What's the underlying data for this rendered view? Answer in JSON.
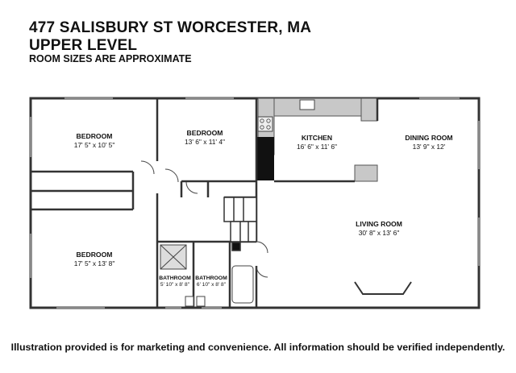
{
  "header": {
    "address": "477 SALISBURY ST WORCESTER, MA",
    "level": "UPPER LEVEL",
    "note": "ROOM SIZES ARE APPROXIMATE"
  },
  "rooms": {
    "bedroom_top_left": {
      "name": "BEDROOM",
      "size": "17' 5\" x 10' 5\""
    },
    "bedroom_top_center": {
      "name": "BEDROOM",
      "size": "13' 6\" x 11' 4\""
    },
    "kitchen": {
      "name": "KITCHEN",
      "size": "16' 6\" x 11' 6\""
    },
    "dining_room": {
      "name": "DINING ROOM",
      "size": "13' 9\" x 12'"
    },
    "living_room": {
      "name": "LIVING ROOM",
      "size": "30' 8\" x 13' 6\""
    },
    "bedroom_bottom_left": {
      "name": "BEDROOM",
      "size": "17' 5\" x 13' 8\""
    },
    "bathroom_1": {
      "name": "BATHROOM",
      "size": "5' 10\" x 8' 8\""
    },
    "bathroom_2": {
      "name": "BATHROOM",
      "size": "6' 10\" x 8' 8\""
    }
  },
  "footer": {
    "disclaimer": "Illustration provided is for marketing and convenience. All information should be verified independently."
  },
  "colors": {
    "wall": "#333333",
    "counter": "#c8c8c8",
    "fixture": "#dddddd"
  }
}
